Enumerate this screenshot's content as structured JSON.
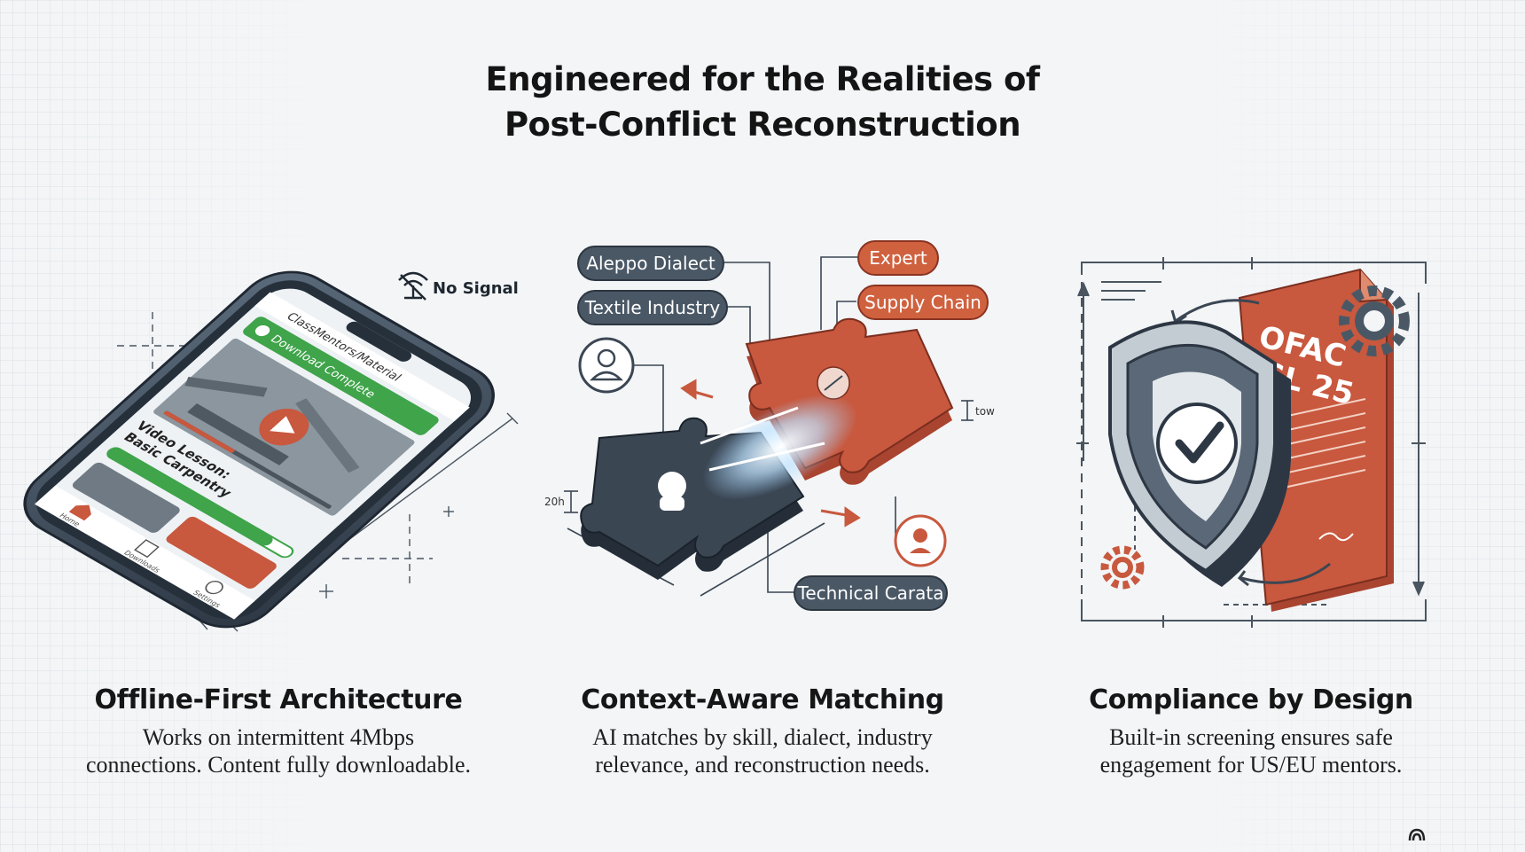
{
  "title": {
    "line1": "Engineered for the Realities of",
    "line2": "Post-Conflict Reconstruction"
  },
  "columns": [
    {
      "heading": "Offline-First Architecture",
      "line1": "Works on intermittent 4Mbps",
      "line2": "connections. Content fully downloadable."
    },
    {
      "heading": "Context-Aware Matching",
      "line1": "AI matches by skill, dialect, industry",
      "line2": "relevance, and reconstruction needs."
    },
    {
      "heading": "Compliance by Design",
      "line1": "Built-in screening ensures safe",
      "line2": "engagement for US/EU mentors."
    }
  ],
  "phone": {
    "no_signal": "No Signal",
    "app_header": "ClassMentors/Material",
    "banner": "Download Complete",
    "video_title_1": "Video Lesson:",
    "video_title_2": "Basic Carpentry",
    "nav_1": "Home",
    "nav_2": "Downloads",
    "nav_3": "Settings"
  },
  "matching": {
    "tag_aleppo": "Aleppo Dialect",
    "tag_textile": "Textile Industry",
    "tag_expert": "Expert",
    "tag_supply": "Supply Chain",
    "tag_technical": "Technical Carata",
    "dim_left": "20h",
    "dim_right": "tow"
  },
  "compliance": {
    "doc_line1": "OFAC",
    "doc_line2": "GL 25"
  },
  "colors": {
    "orange": "#c8583e",
    "orange_tag": "#d0613f",
    "slate": "#4a5866",
    "dark_piece": "#3b4653",
    "green": "#3fa44a"
  },
  "icons": {
    "no_signal": "no-signal-icon",
    "play": "play-icon",
    "check": "check-icon",
    "gear": "gear-icon",
    "shield": "shield-icon",
    "person": "person-icon",
    "watermark": "watermark-icon"
  }
}
